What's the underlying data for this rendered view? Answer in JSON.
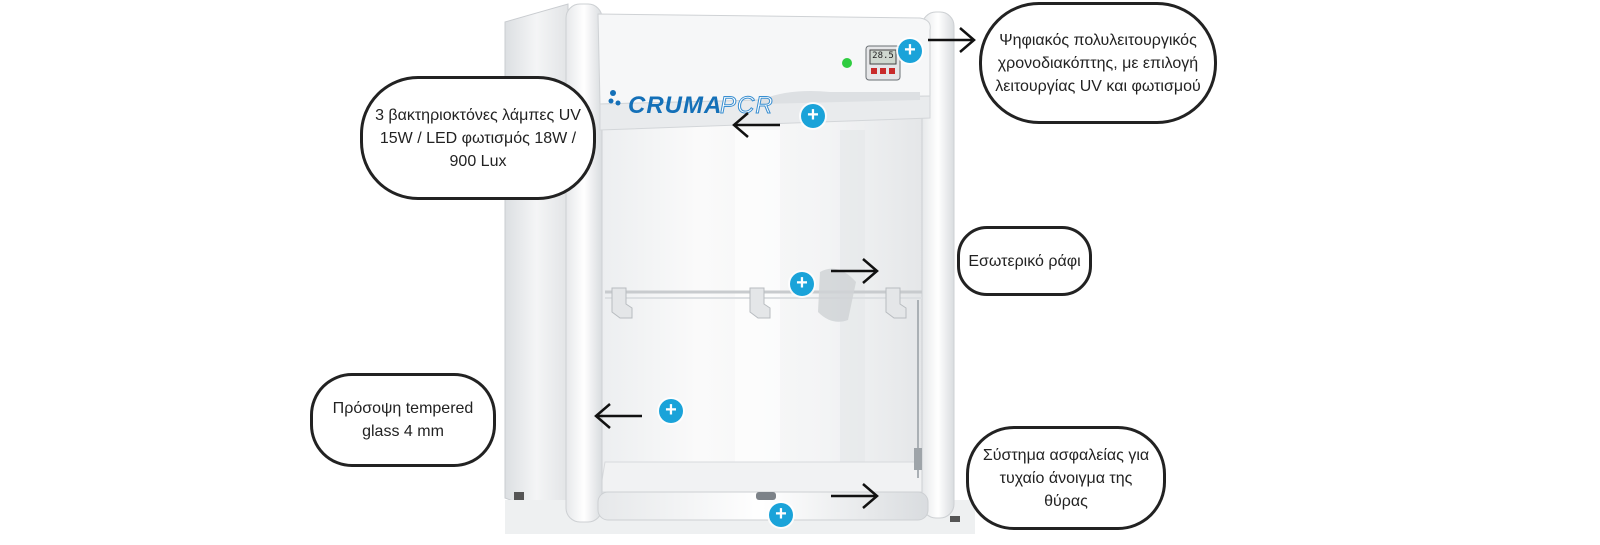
{
  "brand": {
    "name": "CRUMA",
    "suffix": "PCR"
  },
  "timer_display": "28.5",
  "accent_color": "#1aa3d9",
  "indicator_color": "#2ecc40",
  "callouts": {
    "timer": "Ψηφιακός πολυλειτουργικός χρονοδιακόπτης, με επιλογή λειτουργίας UV και φωτισμού",
    "uv_lamps": "3 βακτηριοκτόνες λάμπες UV 15W / LED φωτισμός 18W / 900 Lux",
    "shelf": "Εσωτερικό ράφι",
    "glass": "Πρόσοψη tempered glass 4 mm",
    "safety": "Σύστημα ασφαλείας για τυχαίο άνοιγμα της θύρας"
  },
  "hotspot_symbol": "+"
}
